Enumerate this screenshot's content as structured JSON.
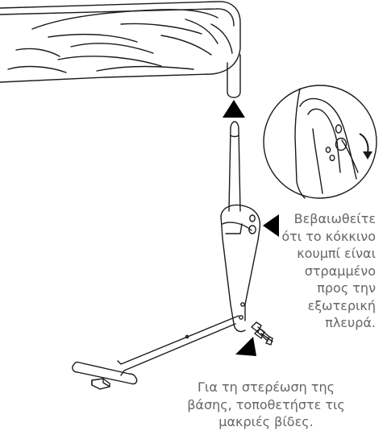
{
  "notes": {
    "button_lines": [
      "Βεβαιωθείτε",
      "ότι το κόκκινο",
      "κουμπί είναι",
      "στραμμένο",
      "προς την",
      "εξωτερική",
      "πλευρά."
    ],
    "bolts_lines": [
      "Για τη στερέωση της",
      "βάσης, τοποθετήστε τις",
      "μακριές βίδες."
    ]
  },
  "icons": {
    "up_arrow": "triangle-up-icon",
    "left_arrow": "triangle-left-icon",
    "diag_arrow": "triangle-diagonal-icon",
    "rotate_arrow": "curved-rotate-arrow-icon"
  },
  "colors": {
    "text": "#666666",
    "line": "#1a1a1a",
    "arrow": "#000000"
  }
}
